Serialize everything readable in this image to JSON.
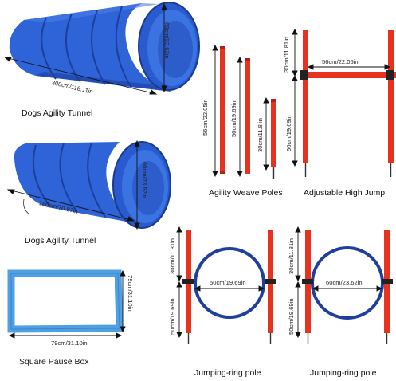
{
  "colors": {
    "tunnel_blue": "#2f63d8",
    "tunnel_dark": "#1c3f9e",
    "pole_red": "#e8321e",
    "ring_blue": "#1f3f9c",
    "pause_box_blue": "#4f9fe3"
  },
  "products": {
    "tunnel_long": {
      "caption": "Dogs Agility Tunnel",
      "length": "300cm/118.11in",
      "diameter": "60cm/23.62in"
    },
    "tunnel_short": {
      "caption": "Dogs Agility Tunnel",
      "length": "180cm/70.87in",
      "diameter": "60cm/23.62in"
    },
    "pause_box": {
      "caption": "Square Pause Box",
      "width": "79cm/31.10in",
      "height": "79cm/31.10in"
    },
    "weave_poles": {
      "caption": "Agility Weave Poles",
      "pole1": "56cm/22.05in",
      "pole2": "50cm/19.69in",
      "pole3": "30cm/11.8 in"
    },
    "high_jump": {
      "caption": "Adjustable High Jump",
      "top": "30cm/11.81in",
      "bar": "56cm/22.05in",
      "bottom": "50cm/19.69in"
    },
    "ring_small": {
      "caption": "Jumping-ring pole",
      "top": "30cm/11.81in",
      "ring": "50cm/19.69in",
      "bottom": "50cm/19.69in"
    },
    "ring_large": {
      "caption": "Jumping-ring pole",
      "top": "30cm/11.81in",
      "ring": "60cm/23.62in",
      "bottom": "50cm/19.69in"
    }
  }
}
